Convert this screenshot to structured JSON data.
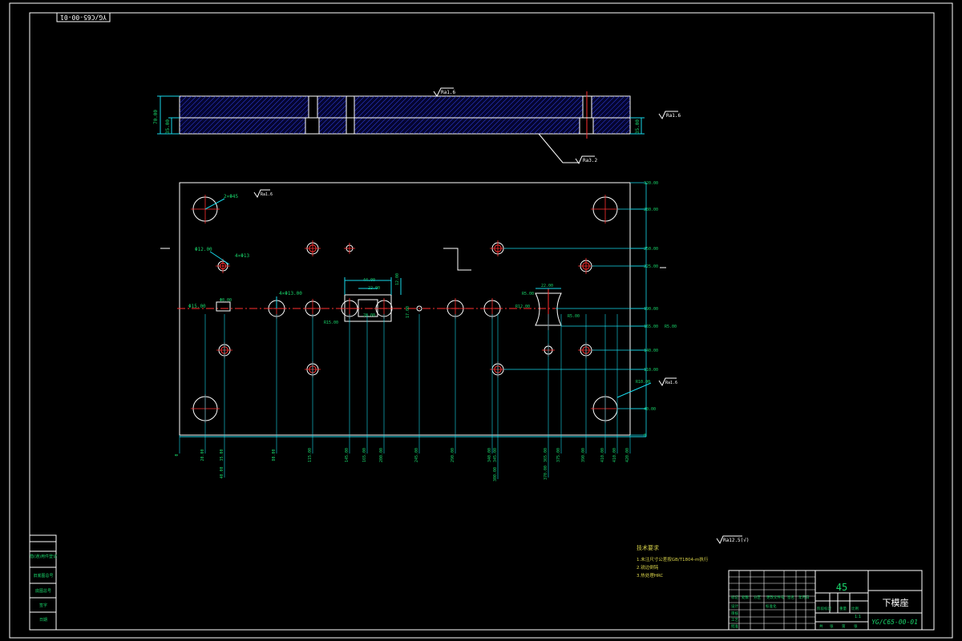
{
  "drawing": {
    "number_mirrored": "YG/C65-00-01",
    "material": "45",
    "part_name": "下模座",
    "drawing_number": "YG/C65-00-01"
  },
  "roughness": {
    "top": "Ra1.6",
    "right": "Ra1.6",
    "bottom_callout": "Ra3.2",
    "plan_note": "Ra1.6",
    "general": "Ra12.5(√)",
    "right_bottom": "Ra1.6"
  },
  "section_view": {
    "left_dims": [
      "70.00",
      "35.00"
    ],
    "right_dim": "35.00"
  },
  "plan_labels": {
    "hole_topleft": "2×Φ45",
    "hole_small": "Φ12.00",
    "hole_small2": "4×Φ13",
    "hole_row": "4×Φ13.00",
    "hole_left_row": "Φ15.00",
    "label_r": "R15.00",
    "hole_mid": "R10.00",
    "slot_top": "44.00",
    "slot_top2": "22.00",
    "slot_bot": "28.00",
    "slot_side": "12.00",
    "slot_side2": "17.00",
    "vee_top": "22.00",
    "vee_left": "R5.00",
    "vee_left2": "R12.00",
    "vee_right": "R5.00",
    "rect_left": "Φ8.00"
  },
  "right_dims": [
    "320.00",
    "280.00",
    "250.00",
    "225.00",
    "190.00",
    "165.00",
    "140.00",
    "110.00",
    "40.00",
    "0"
  ],
  "right_extra": "R5.00",
  "bottom_dims": [
    "0",
    "20.00",
    "35.00",
    "80.00",
    "115.00",
    "145.00",
    "165.00",
    "200.00",
    "245.00",
    "290.00",
    "340.00",
    "345.00",
    "365.00",
    "375.00",
    "390.00",
    "410.00",
    "410.00",
    "420.00"
  ],
  "bottom_dims_low": [
    "40.00",
    "300.00",
    "370.00"
  ],
  "notes": {
    "title": "技术要求",
    "items": [
      "1.未注尺寸公差按GB/T1804-m执行",
      "2.锐边倒钝",
      "3.热处理HRC"
    ]
  },
  "left_strip": [
    "借(通)用件登记",
    "旧底图总号",
    "底图总号",
    "签字",
    "日期"
  ],
  "title_block": {
    "rows": [
      "标记",
      "处数",
      "分区",
      "更改文件号",
      "签名",
      "年月日"
    ],
    "roles": [
      "设计",
      "审核",
      "工艺",
      "批准"
    ],
    "stage_headers": [
      "阶段标记",
      "重量",
      "比例"
    ],
    "sheet": [
      "共",
      "张",
      "第",
      "张"
    ],
    "scale": "1:1",
    "std": "标准化"
  }
}
